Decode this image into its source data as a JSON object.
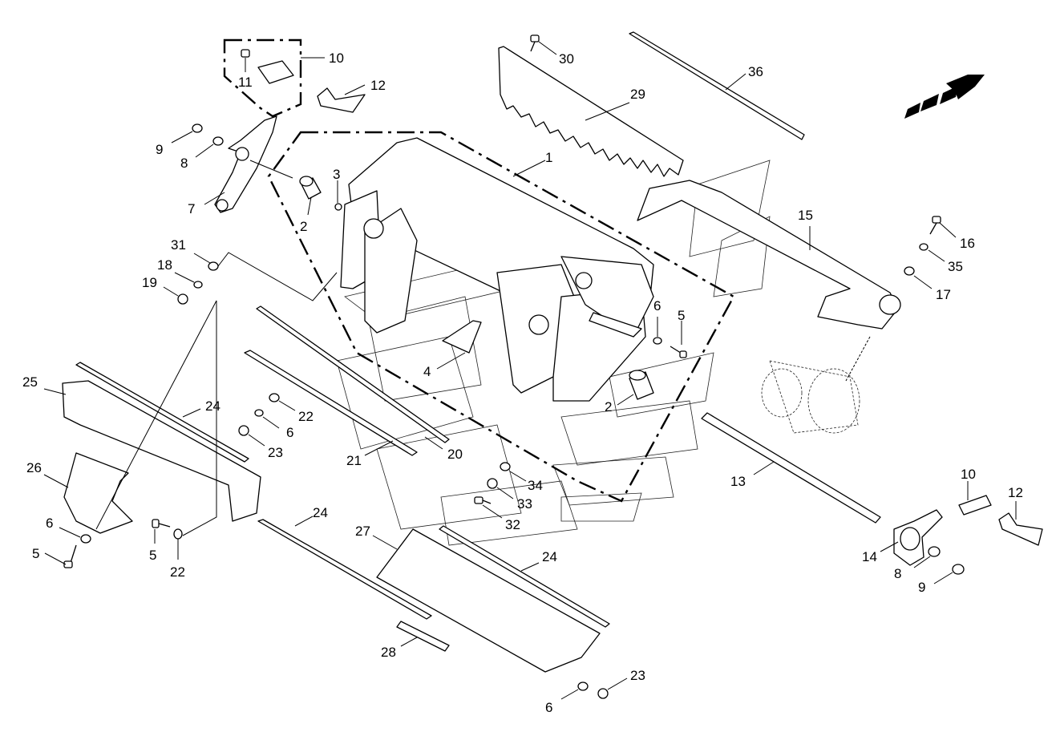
{
  "diagram": {
    "callouts": {
      "c1": "1",
      "c2a": "2",
      "c2b": "2",
      "c3": "3",
      "c4": "4",
      "c5a": "5",
      "c5b": "5",
      "c5c": "5",
      "c6a": "6",
      "c6b": "6",
      "c6c": "6",
      "c6d": "6",
      "c7": "7",
      "c8a": "8",
      "c8b": "8",
      "c9a": "9",
      "c9b": "9",
      "c10a": "10",
      "c10b": "10",
      "c11": "11",
      "c12a": "12",
      "c12b": "12",
      "c13": "13",
      "c14": "14",
      "c15": "15",
      "c16": "16",
      "c17": "17",
      "c18": "18",
      "c19": "19",
      "c20": "20",
      "c21": "21",
      "c22a": "22",
      "c22b": "22",
      "c23a": "23",
      "c23b": "23",
      "c24a": "24",
      "c24b": "24",
      "c24c": "24",
      "c25": "25",
      "c26": "26",
      "c27": "27",
      "c28": "28",
      "c29": "29",
      "c30": "30",
      "c31": "31",
      "c32": "32",
      "c33": "33",
      "c34": "34",
      "c35": "35",
      "c36": "36"
    },
    "direction_icon": "direction-arrow-icon"
  }
}
